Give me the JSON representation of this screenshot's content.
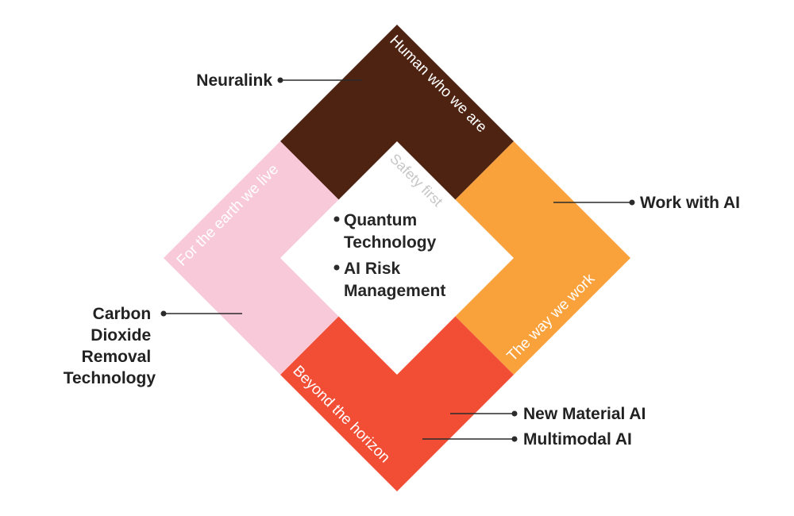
{
  "colors": {
    "top": "#4f2312",
    "right": "#f9a23b",
    "bottom": "#f24e36",
    "left": "#f7c9d9",
    "center": "#ffffff",
    "text": "#222222"
  },
  "segments": {
    "top": "Human who we are",
    "right": "The way we work",
    "bottom": "Beyond the horizon",
    "left": "For the earth we live"
  },
  "center": {
    "label": "Safety first",
    "items": [
      [
        "Quantum",
        "Technology"
      ],
      [
        "AI Risk",
        "Management"
      ]
    ]
  },
  "callouts": {
    "top": "Neuralink",
    "right": "Work with AI",
    "left": [
      "Carbon",
      "Dioxide",
      "Removal",
      "Technology"
    ],
    "bottom": [
      "New Material AI",
      "Multimodal AI"
    ]
  }
}
